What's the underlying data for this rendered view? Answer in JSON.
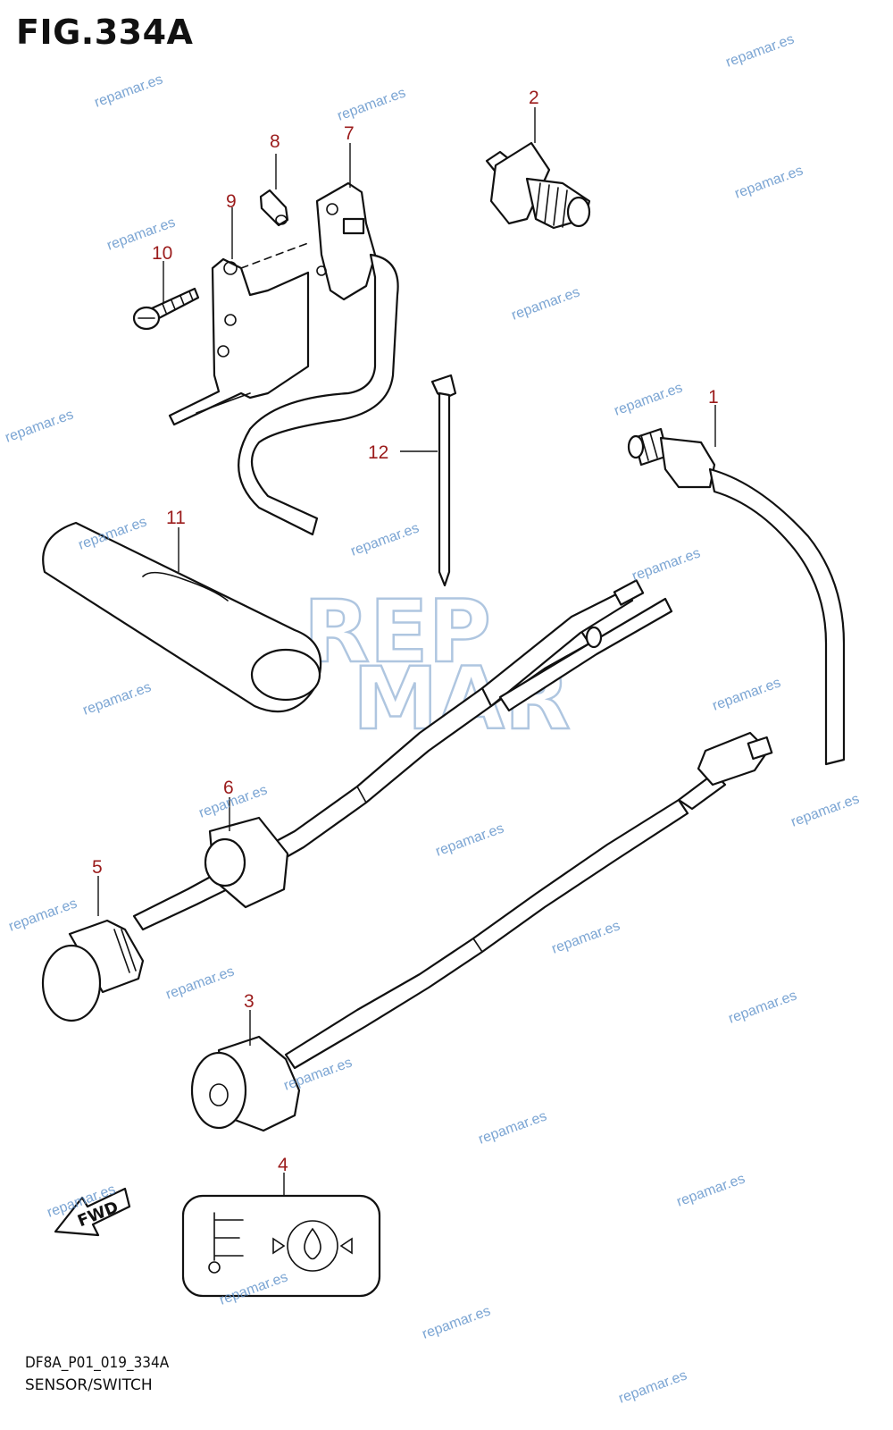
{
  "figure": {
    "title": "FIG.334A",
    "code": "DF8A_P01_019_334A",
    "caption": "SENSOR/SWITCH"
  },
  "callouts": [
    "1",
    "2",
    "3",
    "4",
    "5",
    "6",
    "7",
    "8",
    "9",
    "10",
    "11",
    "12"
  ],
  "watermark": {
    "text": "repamar.es",
    "logo_top": "REP",
    "logo_bottom": "MAR",
    "color": "#5b8fc9"
  },
  "fwd_label": "FWD",
  "colors": {
    "callout": "#9b1c1c",
    "line": "#111111"
  }
}
